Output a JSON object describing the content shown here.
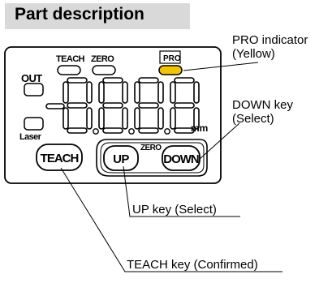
{
  "heading": "Part description",
  "panel": {
    "teach_indicator_label": "TEACH",
    "zero_indicator_label": "ZERO",
    "pro_indicator_label": "PRO",
    "out_label": "OUT",
    "laser_label": "Laser",
    "unit_label": "mm",
    "zero_key_legend": "ZERO",
    "teach_key_label": "TEACH",
    "up_key_label": "UP",
    "down_key_label": "DOWN",
    "digit_count": 4
  },
  "callouts": {
    "pro_indicator": [
      "PRO indicator",
      "(Yellow)"
    ],
    "down_key": [
      "DOWN key",
      "(Select)"
    ],
    "up_key": "UP key (Select)",
    "teach_key": "TEACH key (Confirmed)"
  },
  "colors": {
    "pro_led": "#f5c400",
    "outline": "#000000",
    "heading_band": "#d9d9d9"
  }
}
